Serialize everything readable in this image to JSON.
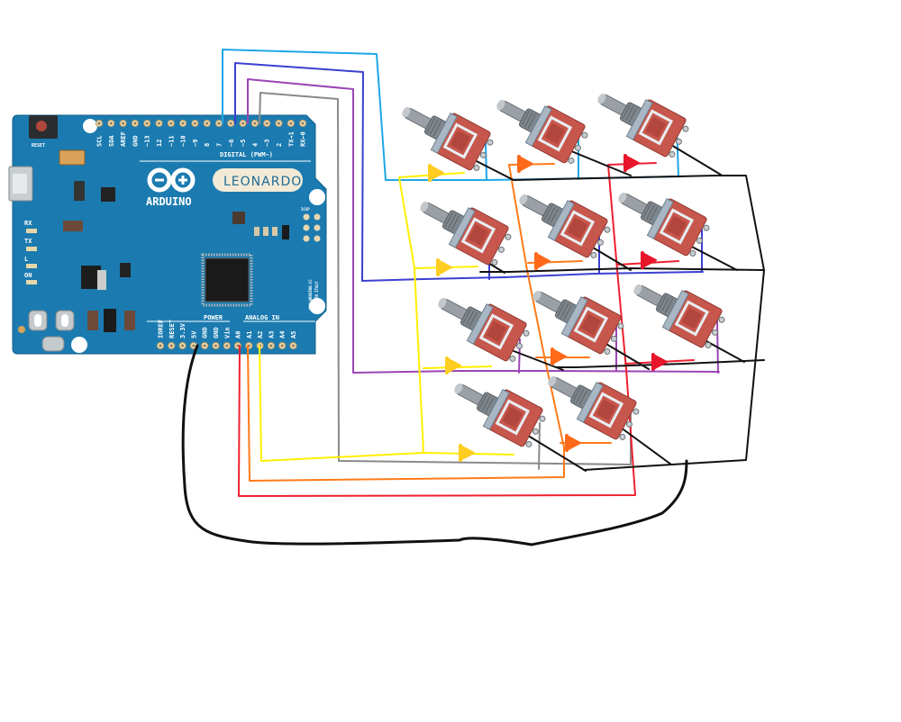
{
  "diagram": {
    "title": "Arduino Leonardo toggle-switch matrix with diodes",
    "colors": {
      "board": "#1b7bb0",
      "board_dark": "#12618e",
      "silkscreen": "#ffffff",
      "pad": "#e8d6b0",
      "switch_body": "#c7574c",
      "switch_frame": "#b9c7d4",
      "switch_lever": "#8d949a",
      "background": "#ffffff"
    },
    "board": {
      "name": "ARDUINO",
      "model": "LEONARDO",
      "reset_label": "RESET",
      "digital_header_label": "DIGITAL (PWM~)",
      "digital_pins": [
        "SCL",
        "SDA",
        "AREF",
        "GND",
        "~13",
        "12",
        "~11",
        "~10",
        "~9",
        "8",
        "7",
        "~6",
        "~5",
        "4",
        "~3",
        "2",
        "TX→1",
        "RX←0"
      ],
      "power_header_label": "POWER",
      "power_pins": [
        "IOREF",
        "RESET",
        "3.3V",
        "5V",
        "GND",
        "GND",
        "Vin"
      ],
      "analog_header_label": "ANALOG IN",
      "analog_pins": [
        "A0",
        "A1",
        "A2",
        "A3",
        "A4",
        "A5"
      ],
      "leds": [
        "RX",
        "TX",
        "L",
        "ON"
      ],
      "icsp_label": "ICSP",
      "side_text_1": "WWW.ARDUINO.CC",
      "side_text_2": "MADE IN ITALY"
    },
    "wires": [
      {
        "name": "pin7-row1",
        "pin": "7",
        "color": "#1ea7e6",
        "role": "row 1"
      },
      {
        "name": "pin6-row2",
        "pin": "~6",
        "color": "#3b3fd1",
        "role": "row 2"
      },
      {
        "name": "pin5-row3",
        "pin": "~5",
        "color": "#9b45b5",
        "role": "row 3"
      },
      {
        "name": "pin4-row4",
        "pin": "4",
        "color": "#8a8a8a",
        "role": "row 4"
      },
      {
        "name": "a0-col3",
        "pin": "A0",
        "color": "#ee2030",
        "role": "column 3"
      },
      {
        "name": "a1-col2",
        "pin": "A1",
        "color": "#ff7a1a",
        "role": "column 2"
      },
      {
        "name": "a2-col1",
        "pin": "A2",
        "color": "#ffee00",
        "role": "column 1"
      },
      {
        "name": "gnd-common",
        "pin": "GND",
        "color": "#111111",
        "role": "common ground"
      }
    ],
    "switches": [
      {
        "row": 1,
        "col": 1
      },
      {
        "row": 1,
        "col": 2
      },
      {
        "row": 1,
        "col": 3
      },
      {
        "row": 2,
        "col": 1
      },
      {
        "row": 2,
        "col": 2
      },
      {
        "row": 2,
        "col": 3
      },
      {
        "row": 3,
        "col": 1
      },
      {
        "row": 3,
        "col": 2
      },
      {
        "row": 3,
        "col": 3
      },
      {
        "row": 4,
        "col": 1
      },
      {
        "row": 4,
        "col": 2
      }
    ],
    "diodes": [
      {
        "row": 1,
        "col": 1,
        "color": "#ffcc22"
      },
      {
        "row": 1,
        "col": 2,
        "color": "#ff6a1a"
      },
      {
        "row": 1,
        "col": 3,
        "color": "#e8162a"
      },
      {
        "row": 2,
        "col": 1,
        "color": "#ffcc22"
      },
      {
        "row": 2,
        "col": 2,
        "color": "#ff6a1a"
      },
      {
        "row": 2,
        "col": 3,
        "color": "#e8162a"
      },
      {
        "row": 3,
        "col": 1,
        "color": "#ffcc22"
      },
      {
        "row": 3,
        "col": 2,
        "color": "#ff6a1a"
      },
      {
        "row": 3,
        "col": 3,
        "color": "#e8162a"
      },
      {
        "row": 4,
        "col": 1,
        "color": "#ffcc22"
      },
      {
        "row": 4,
        "col": 2,
        "color": "#ff6a1a"
      }
    ]
  }
}
